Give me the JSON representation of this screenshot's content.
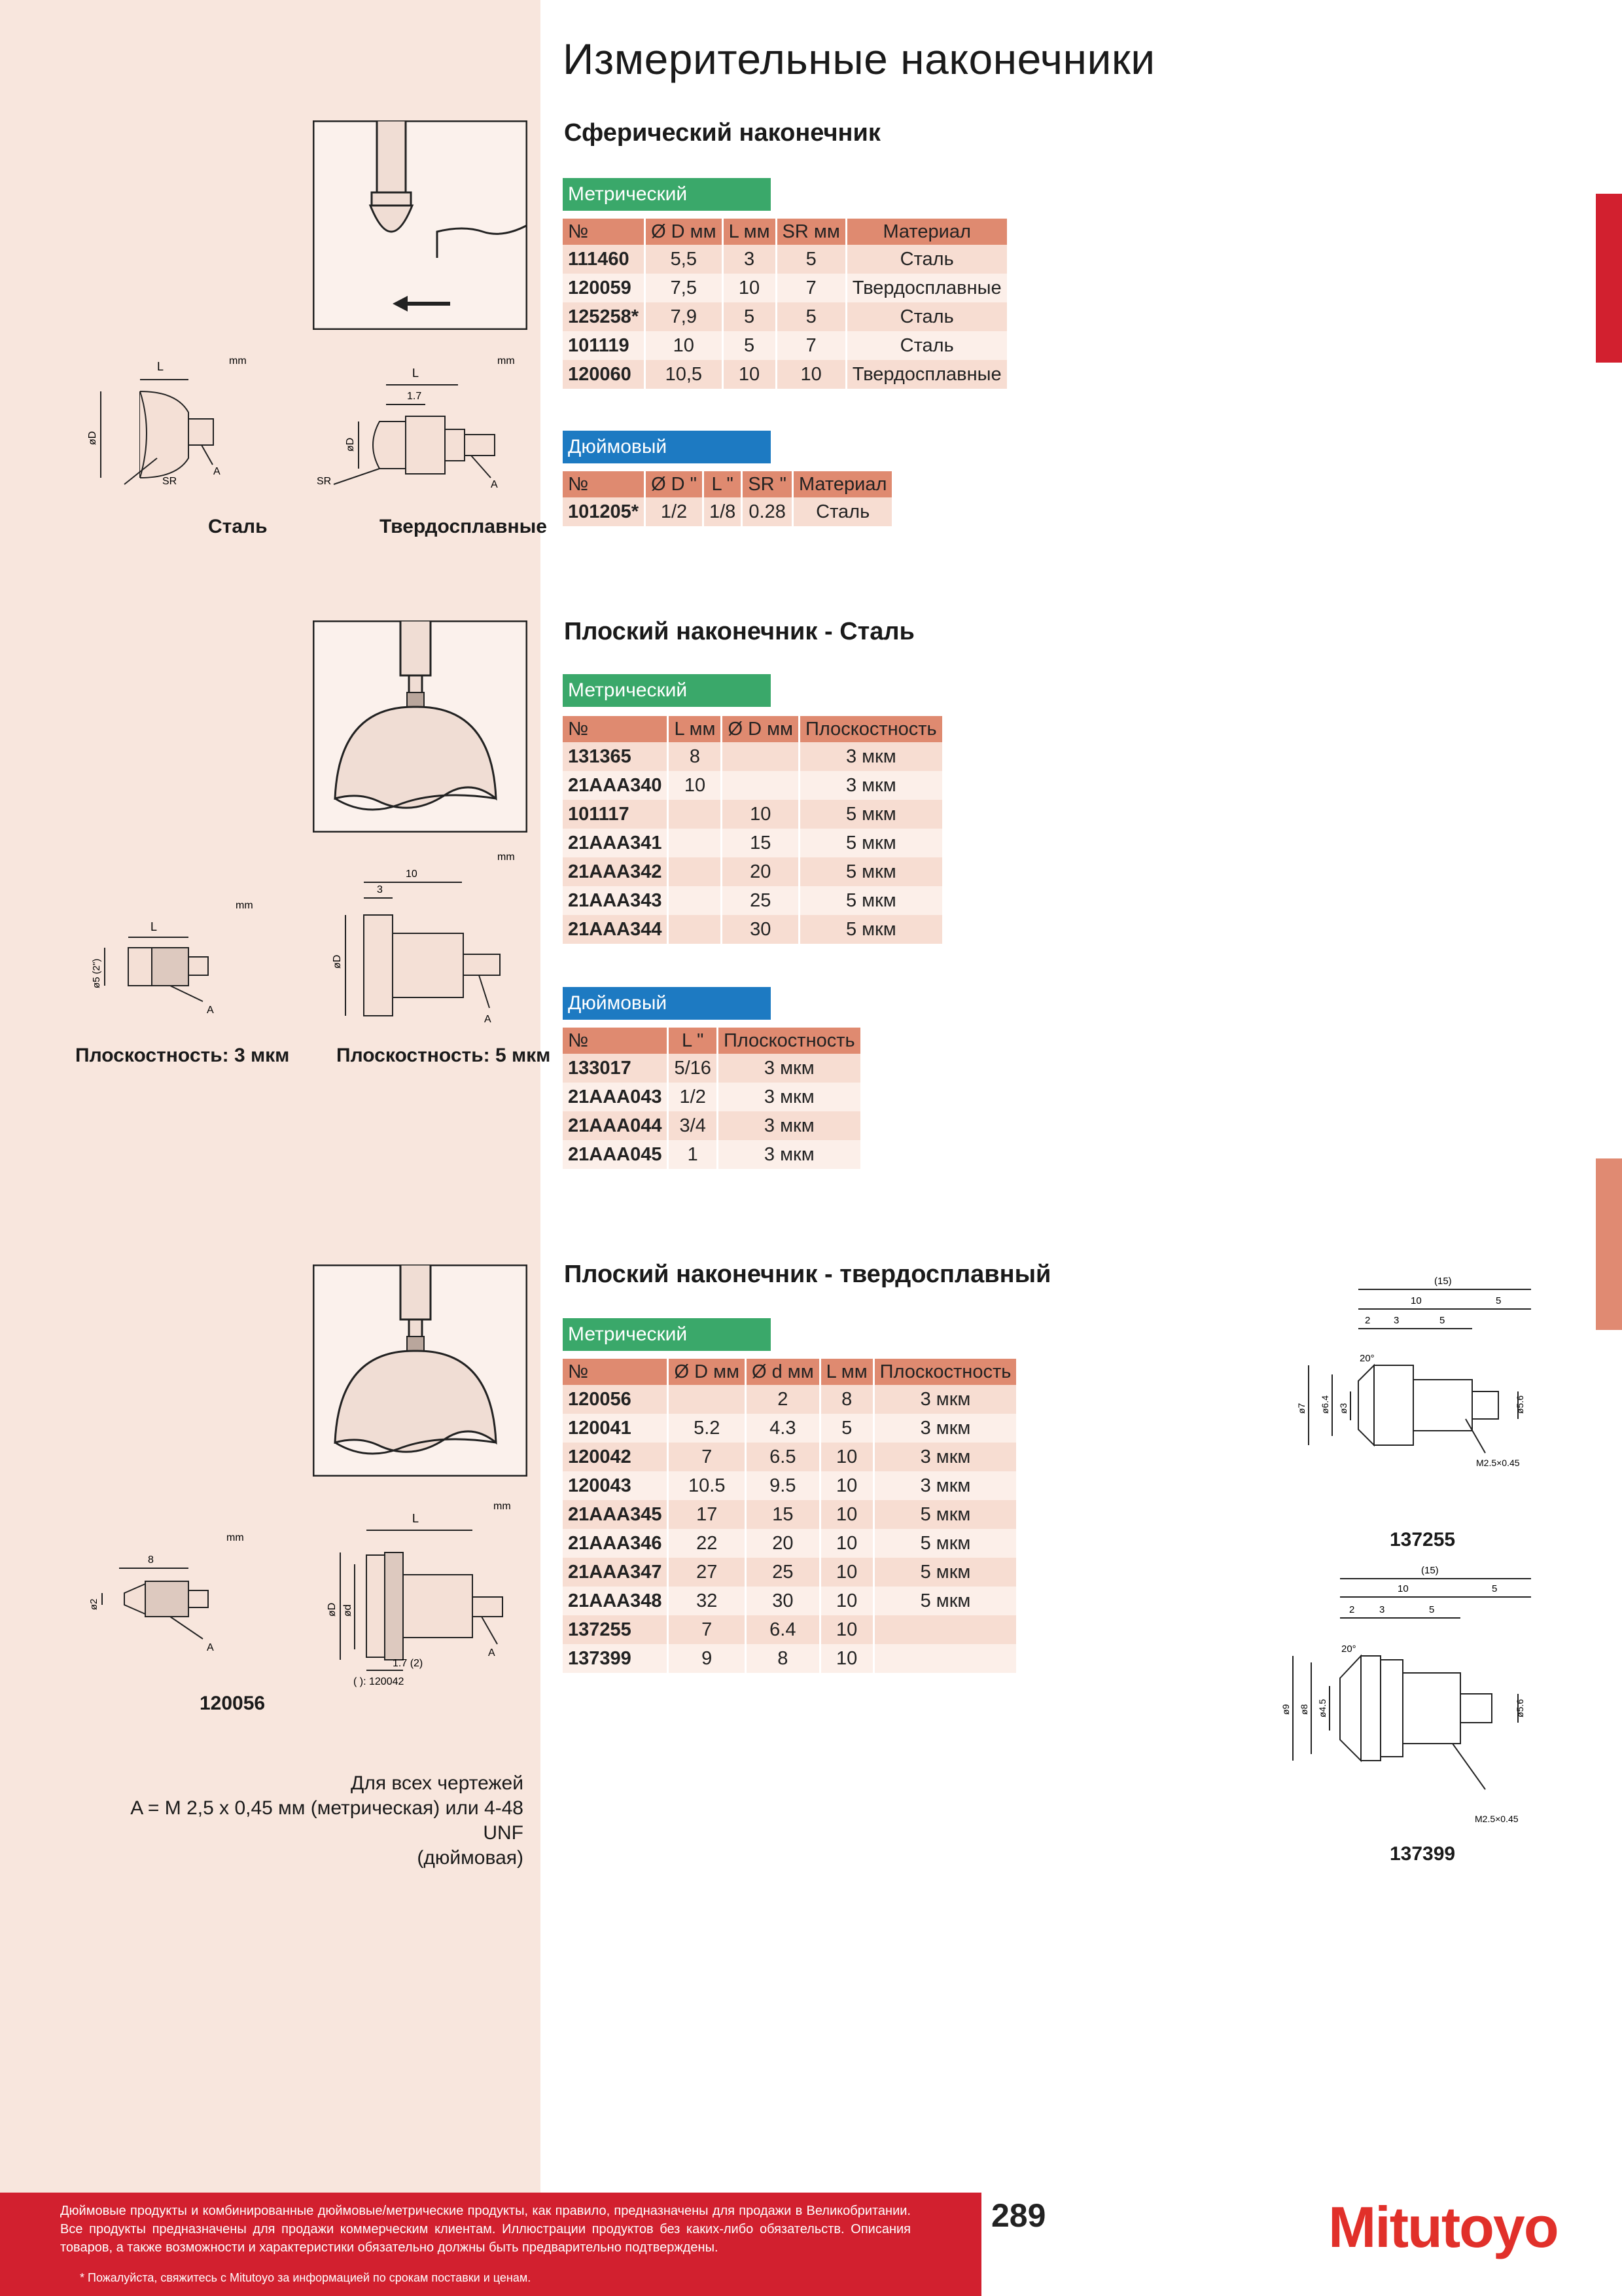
{
  "page": {
    "title": "Измерительные наконечники",
    "page_number": "289",
    "logo": "Mitutoyo"
  },
  "sections": {
    "spherical": {
      "title": "Сферический наконечник",
      "metric_label": "Метрический",
      "metric_headers": [
        "№",
        "Ø D мм",
        "L мм",
        "SR мм",
        "Материал"
      ],
      "metric_rows": [
        [
          "111460",
          "5,5",
          "3",
          "5",
          "Сталь"
        ],
        [
          "120059",
          "7,5",
          "10",
          "7",
          "Твердосплавные"
        ],
        [
          "125258*",
          "7,9",
          "5",
          "5",
          "Сталь"
        ],
        [
          "101119",
          "10",
          "5",
          "7",
          "Сталь"
        ],
        [
          "120060",
          "10,5",
          "10",
          "10",
          "Твердосплавные"
        ]
      ],
      "inch_label": "Дюймовый",
      "inch_headers": [
        "№",
        "Ø D \"",
        "L \"",
        "SR \"",
        "Материал"
      ],
      "inch_rows": [
        [
          "101205*",
          "1/2",
          "1/8",
          "0.28",
          "Сталь"
        ]
      ],
      "caption_steel": "Сталь",
      "caption_carbide": "Твердосплавные"
    },
    "flat_steel": {
      "title": "Плоский наконечник - Сталь",
      "metric_label": "Метрический",
      "metric_headers": [
        "№",
        "L мм",
        "Ø D мм",
        "Плоскостность"
      ],
      "metric_rows": [
        [
          "131365",
          "8",
          "",
          "3 мкм"
        ],
        [
          "21AAA340",
          "10",
          "",
          "3 мкм"
        ],
        [
          "101117",
          "",
          "10",
          "5 мкм"
        ],
        [
          "21AAA341",
          "",
          "15",
          "5 мкм"
        ],
        [
          "21AAA342",
          "",
          "20",
          "5 мкм"
        ],
        [
          "21AAA343",
          "",
          "25",
          "5 мкм"
        ],
        [
          "21AAA344",
          "",
          "30",
          "5 мкм"
        ]
      ],
      "inch_label": "Дюймовый",
      "inch_headers": [
        "№",
        "L \"",
        "Плоскостность"
      ],
      "inch_rows": [
        [
          "133017",
          "5/16",
          "3 мкм"
        ],
        [
          "21AAA043",
          "1/2",
          "3 мкм"
        ],
        [
          "21AAA044",
          "3/4",
          "3 мкм"
        ],
        [
          "21AAA045",
          "1",
          "3 мкм"
        ]
      ],
      "caption_3": "Плоскостность: 3 мкм",
      "caption_5": "Плоскостность: 5 мкм"
    },
    "flat_carbide": {
      "title": "Плоский наконечник - твердосплавный",
      "metric_label": "Метрический",
      "metric_headers": [
        "№",
        "Ø D мм",
        "Ø d мм",
        "L мм",
        "Плоскостность"
      ],
      "metric_rows": [
        [
          "120056",
          "",
          "2",
          "8",
          "3 мкм"
        ],
        [
          "120041",
          "5.2",
          "4.3",
          "5",
          "3 мкм"
        ],
        [
          "120042",
          "7",
          "6.5",
          "10",
          "3 мкм"
        ],
        [
          "120043",
          "10.5",
          "9.5",
          "10",
          "3 мкм"
        ],
        [
          "21AAA345",
          "17",
          "15",
          "10",
          "5 мкм"
        ],
        [
          "21AAA346",
          "22",
          "20",
          "10",
          "5 мкм"
        ],
        [
          "21AAA347",
          "27",
          "25",
          "10",
          "5 мкм"
        ],
        [
          "21AAA348",
          "32",
          "30",
          "10",
          "5 мкм"
        ],
        [
          "137255",
          "7",
          "6.4",
          "10",
          ""
        ],
        [
          "137399",
          "9",
          "8",
          "10",
          ""
        ]
      ],
      "caption_120056": "120056",
      "caption_137255": "137255",
      "caption_137399": "137399"
    }
  },
  "drawing_labels": {
    "mm": "mm",
    "L": "L",
    "A": "A",
    "SR": "SR",
    "D": "øD",
    "d": "ød",
    "d5": "ø5 (2\")",
    "d2": "ø2",
    "v17": "1.7",
    "v10": "10",
    "v3": "3",
    "v8": "8",
    "v17b": "1.7 (2)",
    "paren_120042": "( ): 120042",
    "v15p": "(15)",
    "v5": "5",
    "v2": "2",
    "a20": "20°",
    "d7": "ø7",
    "d64": "ø6.4",
    "d3": "ø3",
    "d56": "ø5.6",
    "d9": "ø9",
    "d8": "ø8",
    "d45": "ø4.5",
    "m25": "M2.5×0.45"
  },
  "note": {
    "line1": "Для всех чертежей",
    "line2": "A = M 2,5 x 0,45 мм (метрическая) или 4-48 UNF",
    "line3": "(дюймовая)"
  },
  "footer": {
    "text": "Дюймовые продукты и комбинированные дюймовые/метрические продукты, как правило, предназначены для продажи в Великобритании. Все продукты предназначены для продажи коммерческим клиентам. Иллюстрации продуктов без каких-либо обязательств. Описания товаров, а также возможности и характеристики обязательно должны быть предварительно подтверждены.",
    "small": "* Пожалуйста, свяжитесь с Mitutoyo за информацией по срокам поставки и ценам."
  },
  "colors": {
    "left_panel": "#f8e6dd",
    "header_cell": "#df8a70",
    "metric_badge": "#3aa86a",
    "inch_badge": "#1d7ac2",
    "footer": "#d2202f",
    "tab_top": "#d2202f",
    "tab_bottom": "#e08a72"
  }
}
